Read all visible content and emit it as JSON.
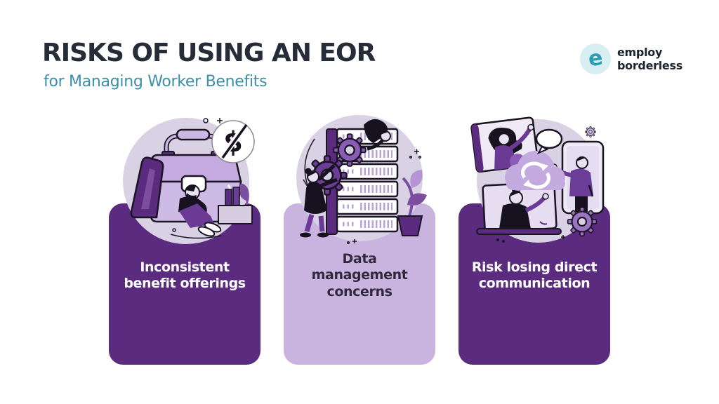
{
  "header": {
    "title": "RISKS OF USING AN EOR",
    "subtitle": "for Managing Worker Benefits"
  },
  "logo": {
    "mark": "e",
    "line1": "employ",
    "line2": "borderless"
  },
  "cards": [
    {
      "variant": "dark",
      "illustration": "briefcase-no-benefits",
      "lines": [
        "Inconsistent",
        "benefit offerings"
      ]
    },
    {
      "variant": "light",
      "illustration": "server-data-gears",
      "lines": [
        "Data",
        "management",
        "concerns"
      ]
    },
    {
      "variant": "dark",
      "illustration": "remote-communication-cloud",
      "lines": [
        "Risk losing direct",
        "communication"
      ]
    }
  ],
  "illustration_glyphs": {
    "dollar": "$"
  },
  "colors": {
    "dark_purple": "#5a2b7e",
    "light_purple": "#c9b4e0",
    "lavender_blob": "#d9d2e4",
    "mid_purple": "#8a5cb5",
    "teal_subtitle": "#3d8ea6",
    "logo_teal": "#2b9cb5",
    "title_navy": "#272c39",
    "outline_ink": "#1a1423"
  }
}
